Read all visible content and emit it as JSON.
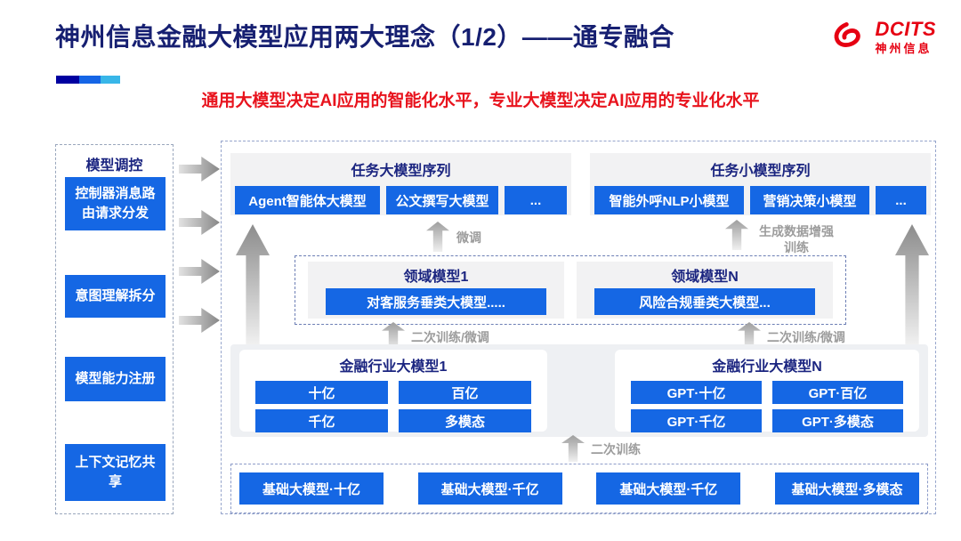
{
  "slide": {
    "title": "神州信息金融大模型应用两大理念（1/2）——通专融合",
    "subtitle": "通用大模型决定AI应用的智能化水平，专业大模型决定AI应用的专业化水平"
  },
  "logo": {
    "brand": "DCITS",
    "brand_cn": "神州信息"
  },
  "sidebar": {
    "title": "模型调控",
    "items": [
      "控制器消息路由请求分发",
      "意图理解拆分",
      "模型能力注册",
      "上下文记忆共享"
    ]
  },
  "diagram": {
    "task_large": {
      "title": "任务大模型序列",
      "items": [
        "Agent智能体大模型",
        "公文撰写大模型",
        "..."
      ]
    },
    "task_small": {
      "title": "任务小模型序列",
      "items": [
        "智能外呼NLP小模型",
        "营销决策小模型",
        "..."
      ]
    },
    "domain": {
      "left": {
        "title": "领域模型1",
        "item": "对客服务垂类大模型....."
      },
      "right": {
        "title": "领域模型N",
        "item": "风险合规垂类大模型..."
      }
    },
    "industry": {
      "left": {
        "title": "金融行业大模型1",
        "items": [
          "十亿",
          "百亿",
          "千亿",
          "多模态"
        ]
      },
      "right": {
        "title": "金融行业大模型N",
        "items": [
          "GPT·十亿",
          "GPT·百亿",
          "GPT·千亿",
          "GPT·多模态"
        ]
      }
    },
    "base": {
      "items": [
        "基础大模型·十亿",
        "基础大模型·千亿",
        "基础大模型·千亿",
        "基础大模型·多模态"
      ]
    },
    "arrow_labels": {
      "fine_tune": "微调",
      "gen_data": "生成数据增强\n训练",
      "retrain_left": "二次训练/微调",
      "retrain_right": "二次训练/微调",
      "retrain_base": "二次训练"
    }
  },
  "colors": {
    "primary_blue": "#1567e4",
    "title_navy": "#161f71",
    "subtitle_red": "#e8131d",
    "logo_red": "#e60012",
    "accent_bar": [
      "#0000a0",
      "#1565e6",
      "#38b6e8"
    ]
  }
}
